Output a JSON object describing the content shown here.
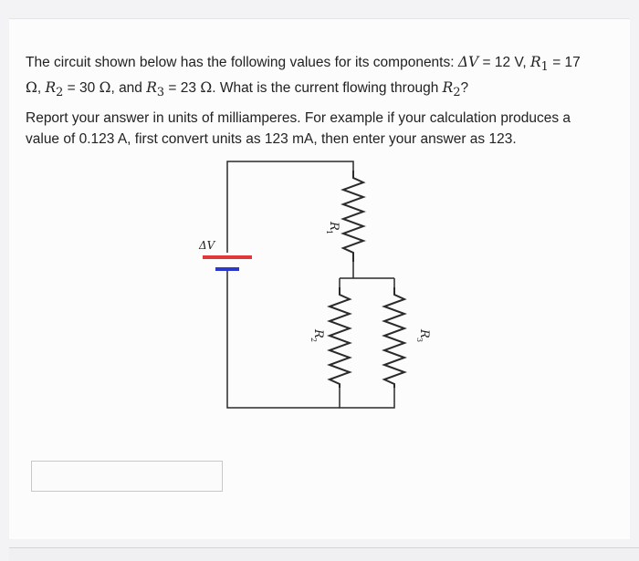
{
  "question": {
    "line1_prefix": "The circuit shown below has the following values for its components: ",
    "dv_symbol": "ΔV",
    "dv_value": " = 12 V, ",
    "r1_symbol": "R",
    "r1_sub": "1",
    "r1_value": " = 17",
    "ohm": "Ω",
    "sep1": ", ",
    "r2_symbol": "R",
    "r2_sub": "2",
    "r2_value": " = 30 ",
    "sep2": ", and ",
    "r3_symbol": "R",
    "r3_sub": "3",
    "r3_value": " = 23 ",
    "question_text": ". What is the current flowing through ",
    "q_r_symbol": "R",
    "q_r_sub": "2",
    "qmark": "?"
  },
  "instructions": {
    "line1": "Report your answer in units of milliamperes. For example if your calculation produces a",
    "line2": "value of 0.123 A, first convert units as 123 mA, then enter your answer as 123."
  },
  "circuit": {
    "dv_label": "ΔV",
    "r1_label": "R",
    "r1_sub": "1",
    "r2_label": "R",
    "r2_sub": "2",
    "r3_label": "R",
    "r3_sub": "3",
    "battery_positive_color": "#e0383a",
    "battery_negative_color": "#2c38c8"
  },
  "answer": {
    "value": "",
    "placeholder": ""
  }
}
